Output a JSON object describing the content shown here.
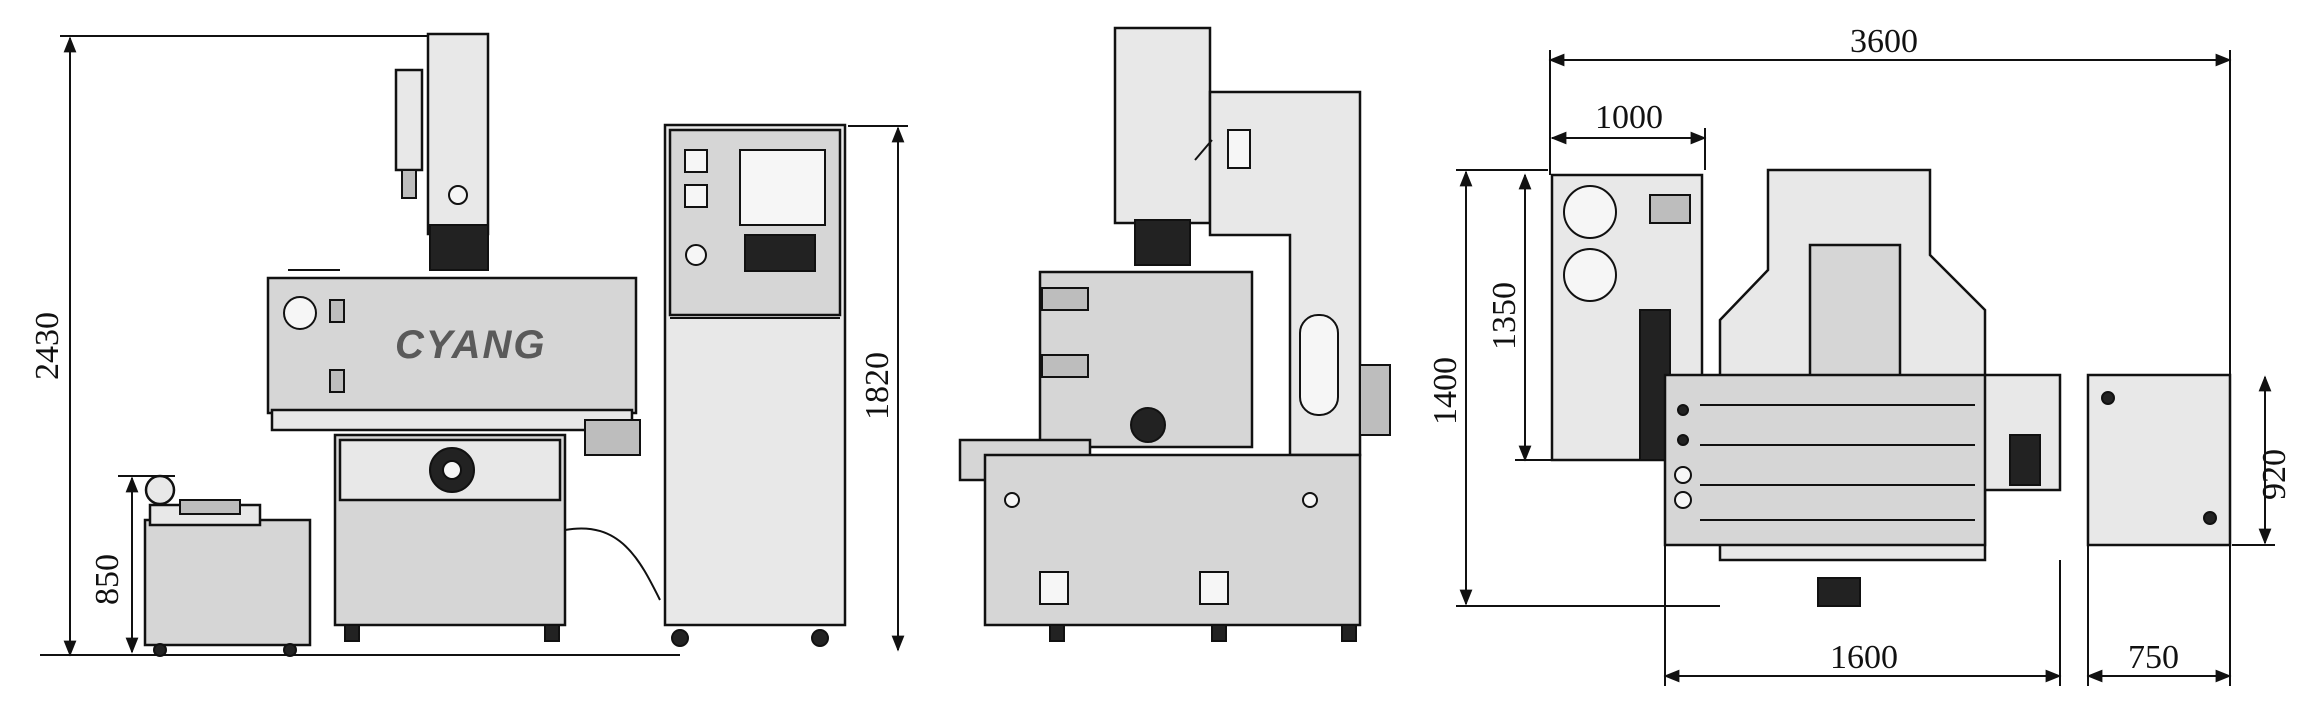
{
  "brand": {
    "logo_text": "CYANG"
  },
  "dimensions": {
    "front_total_height": "2430",
    "tank_height": "850",
    "cabinet_height": "1820",
    "top_total_width": "3600",
    "top_left_width": "1000",
    "top_height_outer": "1400",
    "top_height_inner": "1350",
    "top_base_width": "1600",
    "top_cabinet_width": "750",
    "top_cabinet_depth": "920"
  },
  "colors": {
    "line": "#111111",
    "body": "#d6d6d6",
    "light": "#e8e8e8",
    "dark": "#222222"
  }
}
